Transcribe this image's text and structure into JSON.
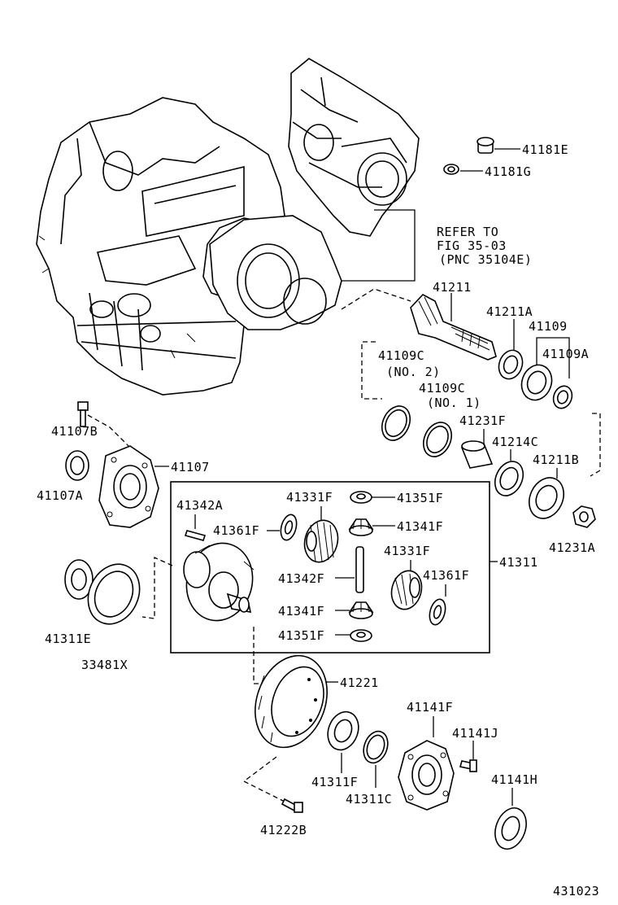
{
  "refer_note": {
    "line1": "REFER TO",
    "line2": "FIG 35-03",
    "line3": "(PNC 35104E)"
  },
  "labels": {
    "p41181E": "41181E",
    "p41181G": "41181G",
    "p41211": "41211",
    "p41211A": "41211A",
    "p41109": "41109",
    "p41109A": "41109A",
    "p41109C_no2": "41109C",
    "no2": "(NO. 2)",
    "p41109C_no1": "41109C",
    "no1": "(NO. 1)",
    "p41231F": "41231F",
    "p41214C": "41214C",
    "p41211B": "41211B",
    "p41231A": "41231A",
    "p41107B": "41107B",
    "p41107": "41107",
    "p41107A": "41107A",
    "p41342A": "41342A",
    "p41361F_left": "41361F",
    "p41331F_top": "41331F",
    "p41351F_top": "41351F",
    "p41341F_top": "41341F",
    "p41331F_mid": "41331F",
    "p41361F_right": "41361F",
    "p41342F": "41342F",
    "p41341F_bot": "41341F",
    "p41351F_bot": "41351F",
    "p41311": "41311",
    "p41311E": "41311E",
    "p33481X": "33481X",
    "p41221": "41221",
    "p41141F": "41141F",
    "p41141J": "41141J",
    "p41141H": "41141H",
    "p41311F": "41311F",
    "p41311C": "41311C",
    "p41222B": "41222B"
  },
  "figure_number": "431023"
}
